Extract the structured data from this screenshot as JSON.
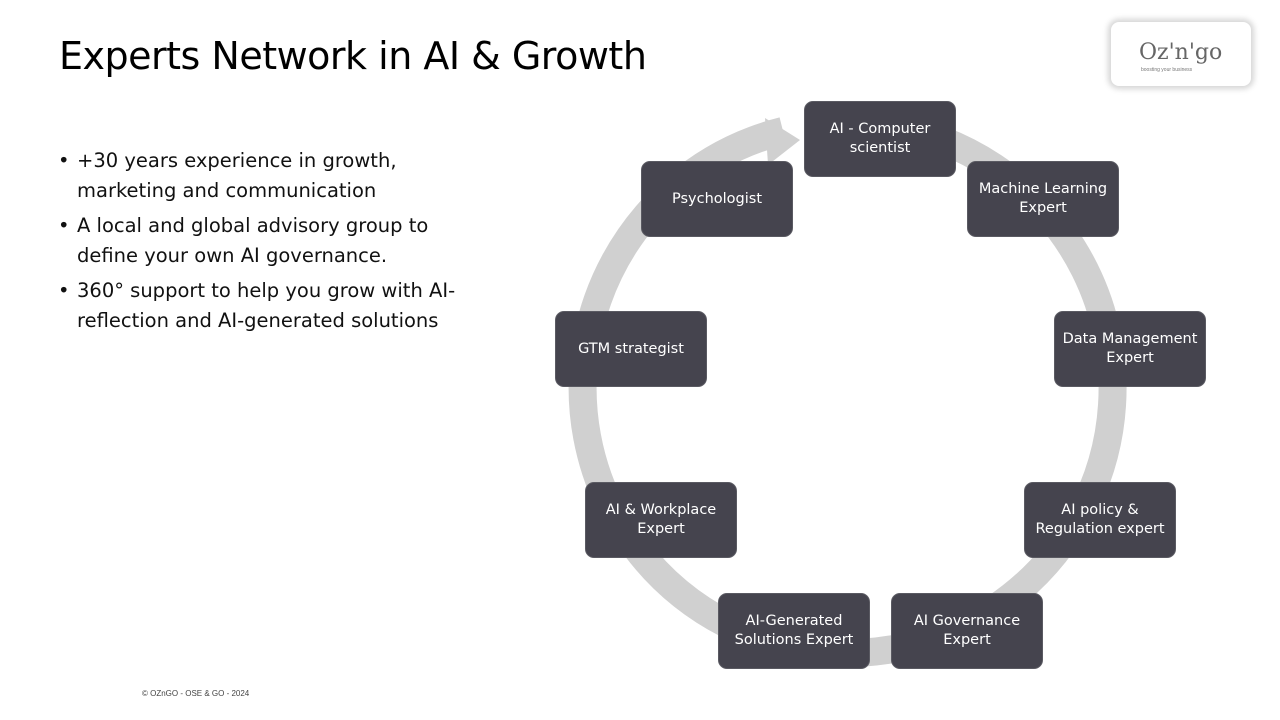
{
  "title": "Experts Network in AI & Growth",
  "bullets": [
    "+30 years experience in growth, marketing and communication",
    "A local and global advisory group to define your own AI governance.",
    "360° support to help you grow with AI-reflection and AI-generated solutions"
  ],
  "footer": "© OZnGO - OSE & GO - 2024",
  "logo": {
    "text": "Oz'n'go",
    "tagline": "boosting your business"
  },
  "cycle": [
    "AI - Computer scientist",
    "Machine Learning Expert",
    "Data Management Expert",
    "AI policy & Regulation expert",
    "AI Governance Expert",
    "AI-Generated Solutions Expert",
    "AI & Workplace Expert",
    "GTM strategist",
    "Psychologist"
  ],
  "colors": {
    "box": "#45444e",
    "ring": "#d0d0d0"
  }
}
